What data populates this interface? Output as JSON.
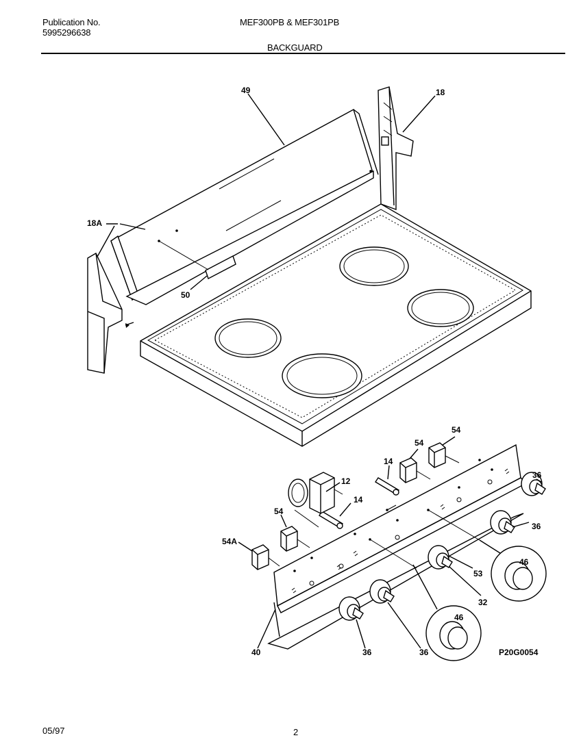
{
  "header": {
    "publication_label": "Publication No.",
    "publication_number": "5995296638",
    "model": "MEF300PB & MEF301PB",
    "section": "BACKGUARD"
  },
  "callouts": {
    "c49": "49",
    "c18": "18",
    "c18a": "18A",
    "c50": "50",
    "c54a": "54",
    "c54b": "54",
    "c54c": "54",
    "c54A": "54A",
    "c14a": "14",
    "c14b": "14",
    "c12": "12",
    "c36a": "36",
    "c36b": "36",
    "c36c": "36",
    "c36d": "36",
    "c46a": "46",
    "c46b": "46",
    "c53": "53",
    "c32": "32",
    "c40": "40"
  },
  "figure_code": "P20G0054",
  "footer": {
    "date": "05/97",
    "page": "2"
  }
}
